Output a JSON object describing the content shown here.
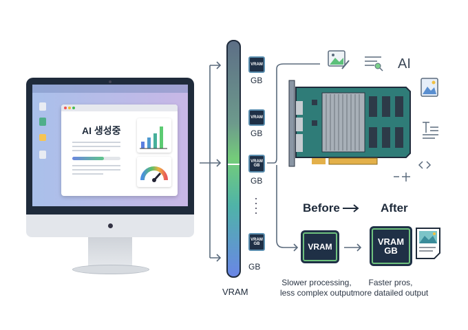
{
  "monitor": {
    "window_title": "AI 생성중"
  },
  "vram_bar": {
    "label": "VRAM",
    "chip_label": "VRAM",
    "chip_label_gb": "GB",
    "gb_labels": [
      "GB",
      "GB",
      "GB",
      "GB"
    ]
  },
  "icons_area": {
    "ai_label": "AI"
  },
  "comparison": {
    "before_label": "Before",
    "after_label": "After",
    "before_chip": "VRAM",
    "after_chip_line1": "VRAM",
    "after_chip_line2": "GB",
    "before_caption_line1": "Slower processing,",
    "before_caption_line2": "less complex output",
    "after_caption_line1": "Faster pros,",
    "after_caption_line2": "more datailed output"
  }
}
